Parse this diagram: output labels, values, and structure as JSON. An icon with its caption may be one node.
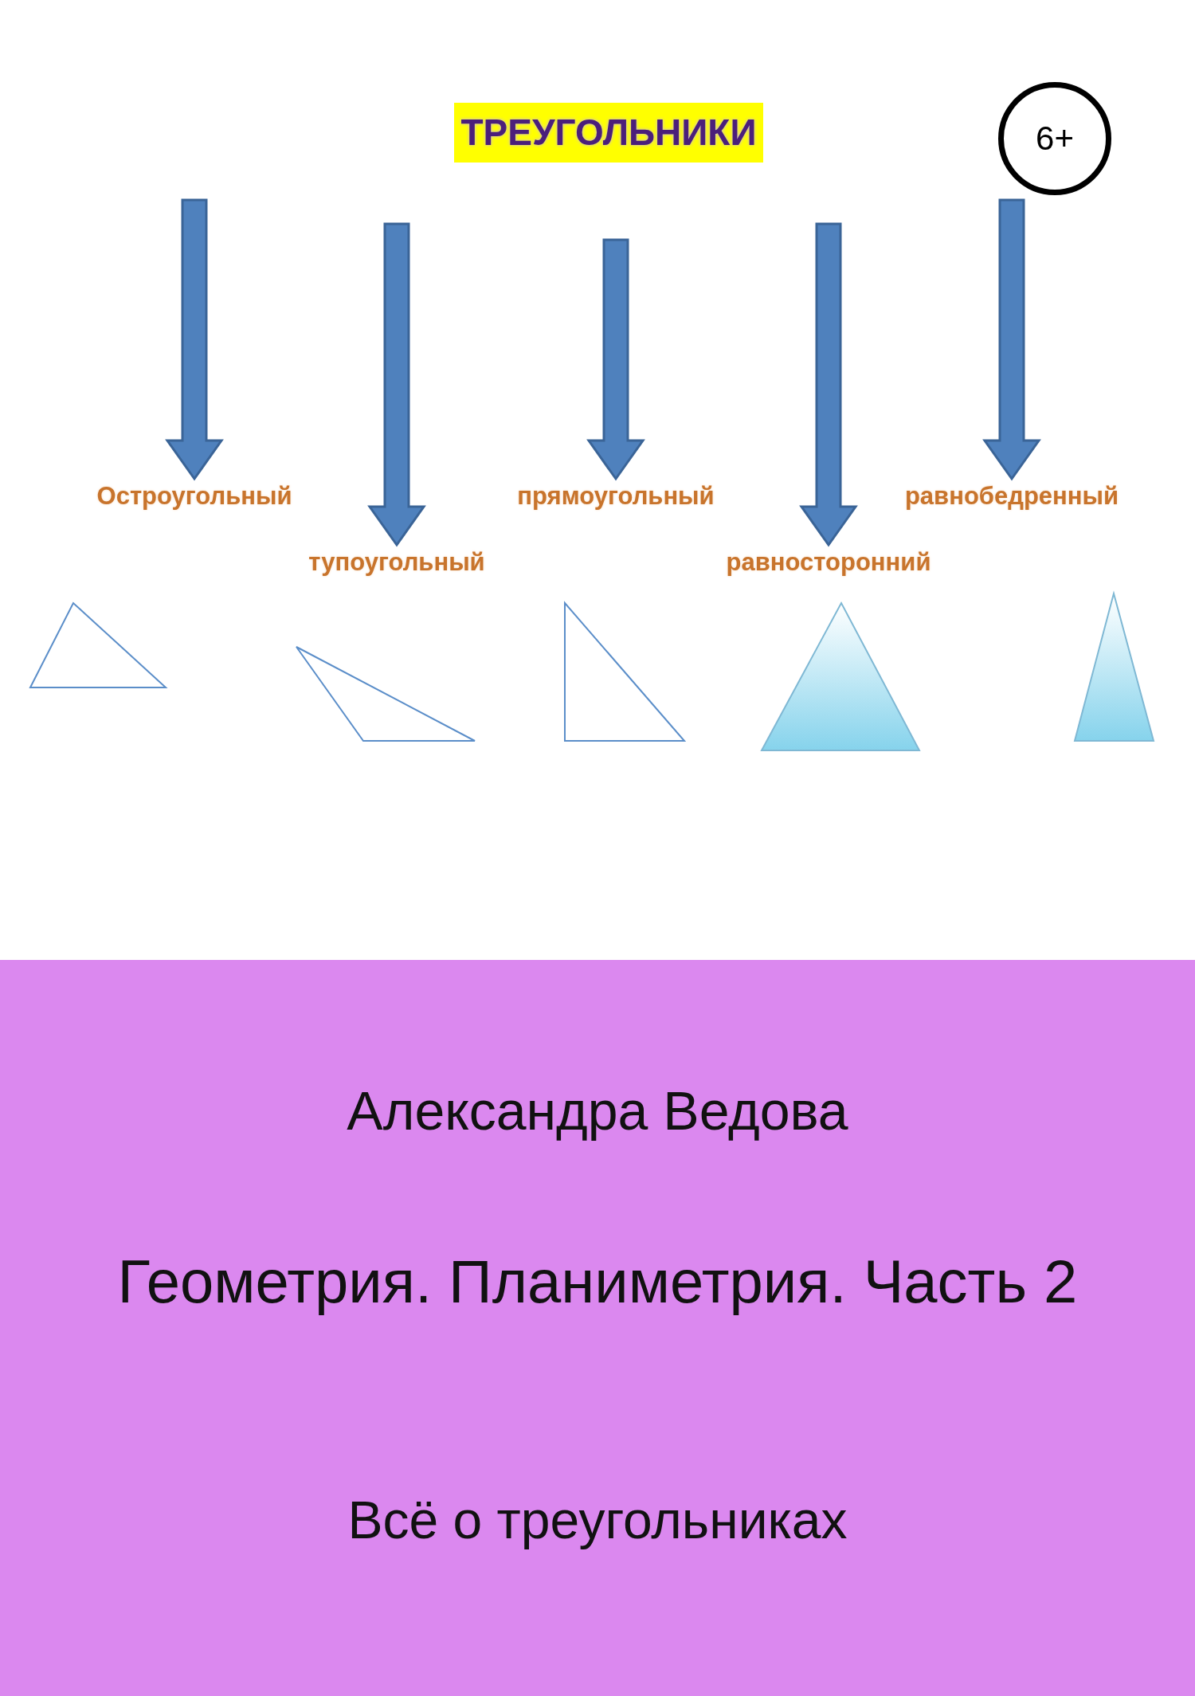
{
  "diagram": {
    "title": "ТРЕУГОЛЬНИКИ",
    "nodes": [
      {
        "text": [
          "6+"
        ]
      },
      {
        "text": [
          "Остроугольный"
        ]
      },
      {
        "text": [
          "тупоугольный"
        ]
      },
      {
        "text": [
          "прямоугольный"
        ]
      },
      {
        "text": [
          "равносторонний"
        ]
      },
      {
        "text": [
          "равнобедренный"
        ]
      },
      {
        "text": [],
        "shape": "triangle"
      },
      {
        "text": [],
        "shape": "triangle"
      },
      {
        "text": [],
        "shape": "triangle"
      },
      {
        "text": [],
        "shape": "triangle"
      },
      {
        "text": [],
        "shape": "triangle"
      }
    ],
    "edges": [
      {
        "from": null,
        "to": 1,
        "arrow": "to"
      },
      {
        "from": null,
        "to": 2,
        "arrow": "to"
      },
      {
        "from": null,
        "to": 3,
        "arrow": "to"
      },
      {
        "from": null,
        "to": 4,
        "arrow": "to"
      },
      {
        "from": null,
        "to": 5,
        "arrow": "to"
      }
    ],
    "labels": [
      "Александра Ведова",
      "Геометрия. Планиметрия. Часть 2",
      "Всё о треугольниках"
    ]
  }
}
